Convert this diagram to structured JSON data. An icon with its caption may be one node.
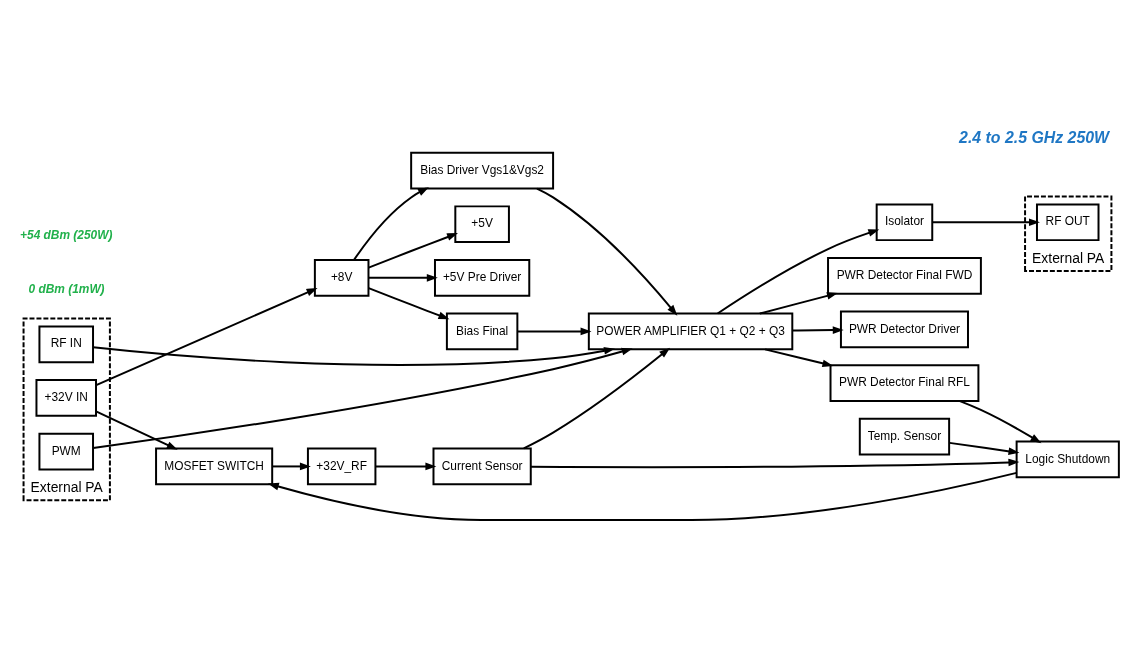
{
  "diagram": {
    "title": "2.4 to 2.5 GHz 250W",
    "nodes": [
      {
        "text": [
          "External PA"
        ]
      },
      {
        "text": [
          "+32V IN"
        ],
        "in": 0
      },
      {
        "text": [
          "RF IN"
        ],
        "in": 0
      },
      {
        "text": [
          "PWM"
        ],
        "in": 0
      },
      {
        "text": [
          "MOSFET SWITCH"
        ]
      },
      {
        "text": [
          "+32V_RF"
        ]
      },
      {
        "text": [
          "Current Sensor"
        ]
      },
      {
        "text": [
          "Logic Shutdown"
        ]
      },
      {
        "text": [
          "Temp. Sensor"
        ]
      },
      {
        "text": [
          "+8V"
        ]
      },
      {
        "text": [
          "+5V"
        ]
      },
      {
        "text": [
          "+5V Pre Driver"
        ]
      },
      {
        "text": [
          "Bias Driver Vgs1&Vgs2"
        ]
      },
      {
        "text": [
          "Bias Final"
        ]
      },
      {
        "text": [
          "POWER AMPLIFIER Q1 + Q2 + Q3"
        ]
      },
      {
        "text": [
          "Isolator"
        ]
      },
      {
        "text": [
          "External PA"
        ]
      },
      {
        "text": [
          "RF OUT"
        ],
        "in": 16
      },
      {
        "text": [
          "PWR Detector Driver"
        ]
      },
      {
        "text": [
          "PWR Detector Final FWD"
        ]
      },
      {
        "text": [
          "PWR Detector Final RFL"
        ]
      }
    ],
    "edges": [
      {
        "from": 1,
        "to": 4,
        "arrow": "to"
      },
      {
        "from": 1,
        "to": 9,
        "arrow": "to"
      },
      {
        "from": 9,
        "to": 10,
        "arrow": "to"
      },
      {
        "from": 9,
        "to": 11,
        "arrow": "to"
      },
      {
        "from": 9,
        "to": 12,
        "arrow": "to"
      },
      {
        "from": 9,
        "to": 13,
        "arrow": "to"
      },
      {
        "from": 4,
        "to": 5,
        "arrow": "to"
      },
      {
        "from": 5,
        "to": 6,
        "arrow": "to"
      },
      {
        "from": 6,
        "to": 7,
        "arrow": "to"
      },
      {
        "from": 8,
        "to": 7,
        "arrow": "to"
      },
      {
        "from": 7,
        "to": 4,
        "arrow": "to"
      },
      {
        "from": 20,
        "to": 7,
        "arrow": "to"
      },
      {
        "from": 12,
        "to": 14,
        "arrow": "to"
      },
      {
        "from": 13,
        "to": 14,
        "arrow": "to"
      },
      {
        "from": 6,
        "to": 14,
        "arrow": "to"
      },
      {
        "from": 2,
        "to": 14,
        "arrow": "to"
      },
      {
        "from": 3,
        "to": 14,
        "arrow": "to"
      },
      {
        "from": 14,
        "to": 15,
        "arrow": "to"
      },
      {
        "from": 15,
        "to": 17,
        "arrow": "to"
      },
      {
        "from": 14,
        "to": 18,
        "arrow": "to"
      },
      {
        "from": 14,
        "to": 19,
        "arrow": "to"
      },
      {
        "from": 14,
        "to": 20,
        "arrow": "to"
      }
    ],
    "labels": [
      "0 dBm (1mW)",
      "+54 dBm (250W)"
    ]
  }
}
